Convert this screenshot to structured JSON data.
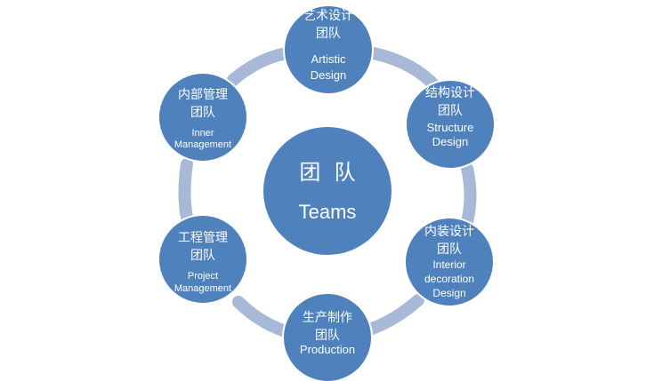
{
  "center": {
    "zh": "团  队",
    "en": "Teams"
  },
  "nodes": [
    {
      "id": "artistic",
      "zh": [
        "艺术设计",
        "团队"
      ],
      "en": [
        "Artistic",
        "Design"
      ]
    },
    {
      "id": "structure",
      "zh": [
        "结构设计",
        "团队"
      ],
      "en": [
        "Structure",
        "Design"
      ]
    },
    {
      "id": "interior",
      "zh": [
        "内装设计",
        "团队"
      ],
      "en": [
        "Interior",
        "decoration",
        "Design"
      ]
    },
    {
      "id": "production",
      "zh": [
        "生产制作",
        "团队"
      ],
      "en": [
        "Production"
      ]
    },
    {
      "id": "project",
      "zh": [
        "工程管理",
        "团队"
      ],
      "en": [
        "Project",
        "Management"
      ]
    },
    {
      "id": "inner",
      "zh": [
        "内部管理",
        "团队"
      ],
      "en": [
        "Inner",
        "Management"
      ]
    }
  ],
  "colors": {
    "node_fill": "#4f81bd",
    "node_stroke": "#ffffff",
    "ring": "#a8b9d8",
    "text": "#ffffff"
  }
}
